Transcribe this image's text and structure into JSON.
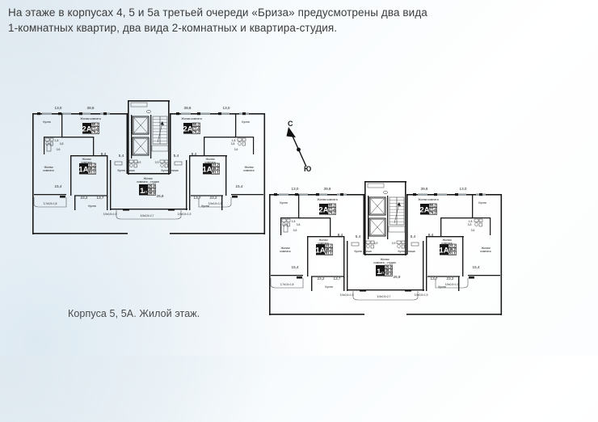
{
  "header": {
    "text": "На этаже в корпусах 4, 5 и 5а третьей очереди «Бриза» предусмотрены два вида\n1-комнатных квартир, два вида 2-комнатных и квартира-студия."
  },
  "caption": {
    "text": "Корпуса 5, 5А. Жилой этаж."
  },
  "compass": {
    "north_label": "С",
    "south_label": "Ю",
    "icon": "compass-arrow-icon"
  },
  "plans": [
    {
      "id": "plan-left",
      "name": "floor-plan-korpus-5"
    },
    {
      "id": "plan-right",
      "name": "floor-plan-korpus-5a"
    }
  ],
  "apartments": [
    {
      "type": "2А",
      "living": "55,2",
      "area": "77,4",
      "total": "79,2"
    },
    {
      "type": "1А",
      "living": "23,2",
      "area": "49,2",
      "total": "51,1"
    },
    {
      "type": "1ст",
      "living": "26,9",
      "area": "38,3",
      "total": "38,9"
    }
  ],
  "rooms": {
    "kitchen": "Кухня",
    "living_room": "Жилая комната",
    "living_room_2l": "Жилая\nкомната",
    "kitchen_niche": "Кухня - ниша",
    "studio": "Жилая\nкомната - студия"
  },
  "dimensions": {
    "d13_0": "13,0",
    "d39_8": "39,8",
    "d15_4": "15,4",
    "d23_2": "23,2",
    "d13_7": "13,7",
    "d8_4": "8,4",
    "d5_4": "5,4",
    "d3_9": "3,9",
    "d3_8": "3,8",
    "d3_6": "3,6",
    "d1_8": "1,8",
    "d26_9": "26,9",
    "bal_left": "3,7х0,5=1,8",
    "bal_mid": "5,5х0,5=2,7",
    "bal_right": "3,9х0,5=1,9"
  },
  "colors": {
    "wall": "#1a1a1a",
    "thin_wall": "#4d4d4d",
    "badge_bg": "#141414",
    "text": "#3b3b3b",
    "bg_tint": "#e7f0f6"
  }
}
